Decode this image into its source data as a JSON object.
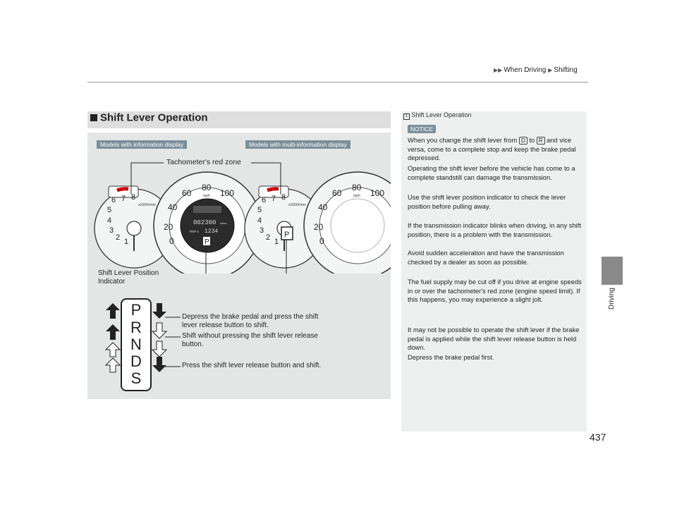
{
  "breadcrumb": {
    "items": [
      "When Driving",
      "Shifting"
    ]
  },
  "side_tab": {
    "label": "Driving"
  },
  "page_number": "437",
  "section": {
    "title": "Shift Lever Operation"
  },
  "figure": {
    "model_labels": [
      "Models with information display",
      "Models with multi-information display"
    ],
    "callouts": {
      "tachometer": "Tachometer's red zone",
      "shift_indicator": "Shift Lever Position Indicator"
    },
    "gauge": {
      "tach_numbers": [
        "1",
        "2",
        "3",
        "4",
        "5",
        "6",
        "7",
        "8"
      ],
      "speed_numbers": [
        "0",
        "20",
        "40",
        "60",
        "80",
        "100"
      ],
      "unit_mph": "mph",
      "unit_rpm": "x1000r/min",
      "odometer": "002300",
      "odo_unit": "miles",
      "trip_label": "TRIP A",
      "trip_value": "1234"
    },
    "shift_diagram": {
      "gears": [
        "P",
        "R",
        "N",
        "D",
        "S"
      ],
      "legend": [
        "Depress the brake pedal and press the shift lever release button to shift.",
        "Shift without pressing the shift lever release button.",
        "Press the shift lever release button and shift."
      ]
    }
  },
  "notes": {
    "heading": "Shift Lever Operation",
    "notice_badge": "NOTICE",
    "key_d": "D",
    "key_r": "R",
    "p1_a": "When you change the shift lever from",
    "p1_b": "to",
    "p1_c": "and vice versa, come to a complete stop and keep the brake pedal depressed.",
    "p1_d": "Operating the shift lever before the vehicle has come to a complete standstill can damage the transmission.",
    "p2": "Use the shift lever position indicator to check the lever position before pulling away.",
    "p3": "If the transmission indicator blinks when driving, in any shift position, there is a problem with the transmission.",
    "p3_b": "Avoid sudden acceleration and have the transmission checked by a dealer as soon as possible.",
    "p4": "The fuel supply may be cut off if you drive at engine speeds in or over the tachometer's red zone (engine speed limit). If this happens, you may experience a slight jolt.",
    "p5": "It may not be possible to operate the shift lever if the brake pedal is applied while the shift lever release button is held down.",
    "p5_b": "Depress the brake pedal first."
  },
  "colors": {
    "label_bg": "#7b8f9a",
    "figure_bg": "#e4e6e6",
    "heading_bg": "#dedede",
    "notes_bg": "#eef0f0"
  }
}
